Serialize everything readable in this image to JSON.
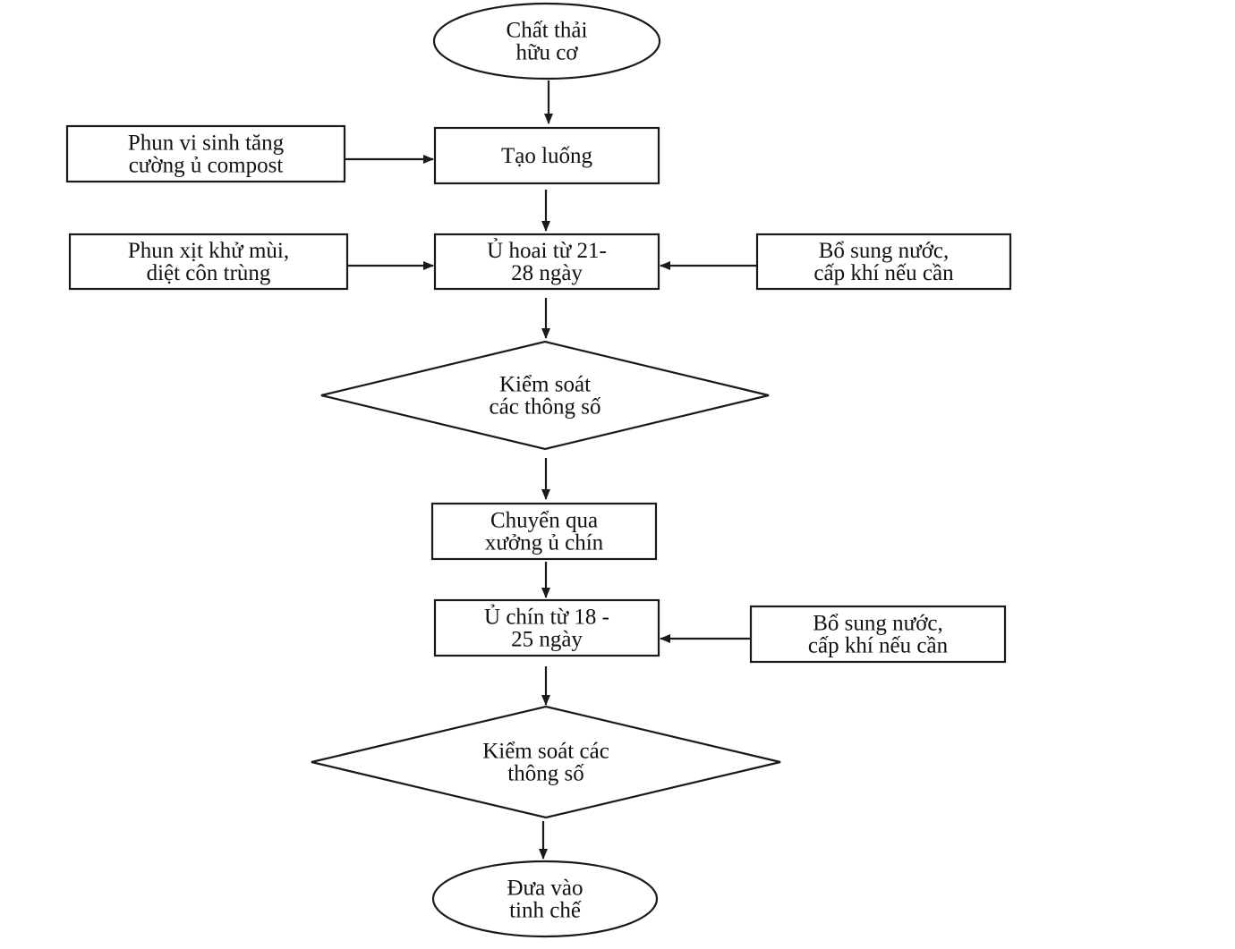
{
  "diagram": {
    "nodes": {
      "start": {
        "lines": [
          "Chất thải",
          "hữu cơ"
        ]
      },
      "spray1": {
        "lines": [
          "Phun vi sinh tăng",
          "cường ủ compost"
        ]
      },
      "rows": {
        "lines": [
          "Tạo luống"
        ]
      },
      "spray2": {
        "lines": [
          "Phun xịt khử mùi,",
          "diệt côn trùng"
        ]
      },
      "compost1": {
        "lines": [
          "Ủ hoai từ 21-",
          "28 ngày"
        ]
      },
      "supply1": {
        "lines": [
          "Bổ sung nước,",
          "cấp khí nếu cần"
        ]
      },
      "control1": {
        "lines": [
          "Kiểm soát",
          "các thông số"
        ]
      },
      "transfer": {
        "lines": [
          "Chuyển qua",
          "xưởng ủ chín"
        ]
      },
      "compost2": {
        "lines": [
          "Ủ chín từ 18 -",
          "25 ngày"
        ]
      },
      "supply2": {
        "lines": [
          "Bổ sung nước,",
          "cấp khí nếu cần"
        ]
      },
      "control2": {
        "lines": [
          "Kiểm soát các",
          "thông số"
        ]
      },
      "end": {
        "lines": [
          "Đưa vào",
          "tinh chế"
        ]
      }
    },
    "edges": [
      {
        "from": "start",
        "to": "rows"
      },
      {
        "from": "spray1",
        "to": "rows"
      },
      {
        "from": "rows",
        "to": "compost1"
      },
      {
        "from": "spray2",
        "to": "compost1"
      },
      {
        "from": "supply1",
        "to": "compost1"
      },
      {
        "from": "compost1",
        "to": "control1"
      },
      {
        "from": "control1",
        "to": "transfer"
      },
      {
        "from": "transfer",
        "to": "compost2"
      },
      {
        "from": "supply2",
        "to": "compost2"
      },
      {
        "from": "compost2",
        "to": "control2"
      },
      {
        "from": "control2",
        "to": "end"
      }
    ]
  }
}
